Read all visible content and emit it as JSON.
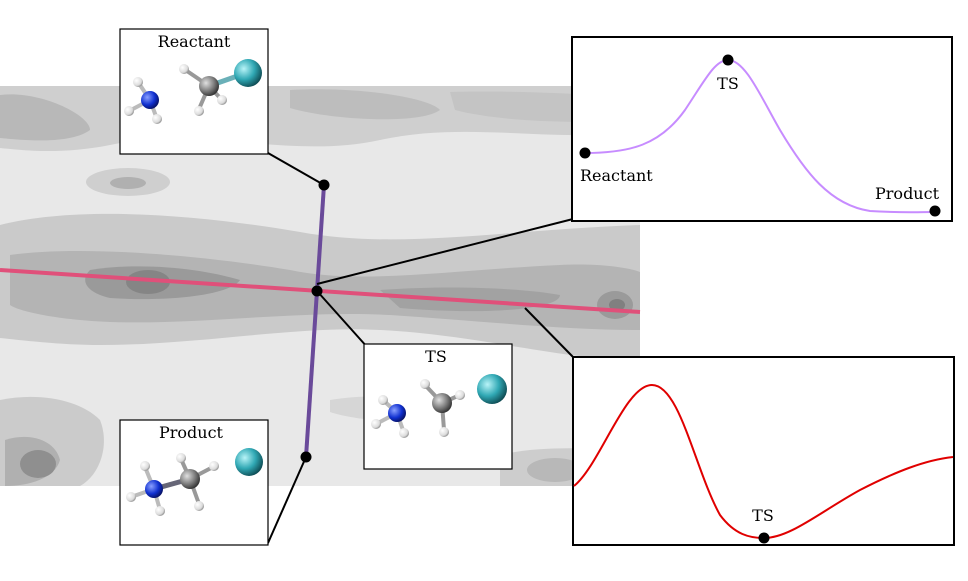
{
  "labels": {
    "reactant_box": "Reactant",
    "ts_box": "TS",
    "product_box": "Product",
    "top_plot_ts": "TS",
    "top_plot_reactant": "Reactant",
    "top_plot_product": "Product",
    "bottom_plot_ts": "TS"
  },
  "colors": {
    "reaction_path": "#6a4a9a",
    "orthogonal_path": "#e0507a",
    "top_profile": "#c78cff",
    "bottom_profile": "#e00000",
    "nitrogen": "#1030d0",
    "carbon": "#8a8a8a",
    "hydrogen": "#f0f0f0",
    "chlorine": "#40b8c0"
  },
  "icons": {
    "reactant": "ammonia-plus-methyl-chloride-molecule-icon",
    "ts": "transition-state-molecule-icon",
    "product": "methylammonium-plus-chloride-molecule-icon"
  }
}
